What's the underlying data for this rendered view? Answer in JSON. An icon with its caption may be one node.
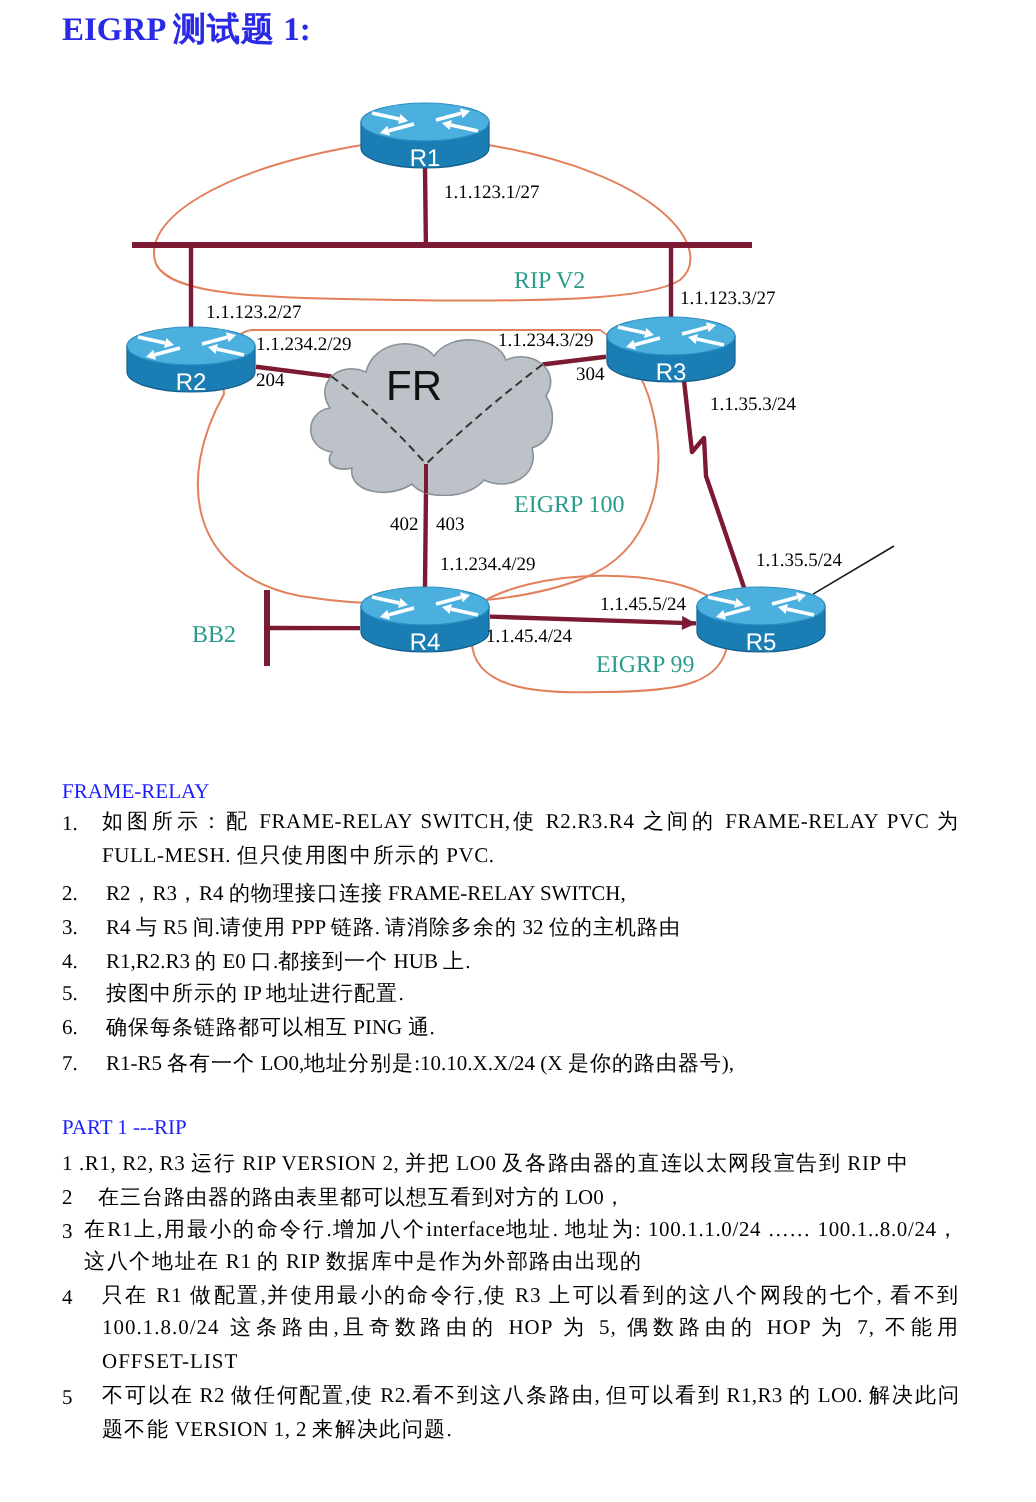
{
  "diagram": {
    "title": "EIGRP 测试题 1:",
    "nodes": [
      {
        "text": [
          "R1"
        ]
      },
      {
        "text": [],
        "shape": "bar"
      },
      {
        "text": [
          "R2"
        ]
      },
      {
        "text": [
          "R3"
        ]
      },
      {
        "text": [
          "FR"
        ]
      },
      {
        "text": [],
        "shape": "bar",
        "beside": [
          "BB2"
        ]
      },
      {
        "text": [
          "R4"
        ]
      },
      {
        "text": [
          "R5"
        ]
      }
    ],
    "edges": [
      {
        "from": 0,
        "to": 1,
        "arrow": "none"
      },
      {
        "from": 2,
        "to": 1,
        "arrow": "none"
      },
      {
        "from": 3,
        "to": 1,
        "arrow": "none"
      },
      {
        "from": 2,
        "to": 4,
        "arrow": "none"
      },
      {
        "from": 3,
        "to": 4,
        "arrow": "none"
      },
      {
        "from": 6,
        "to": 4,
        "arrow": "none"
      },
      {
        "from": 3,
        "to": 7,
        "arrow": "none"
      },
      {
        "from": 5,
        "to": 6,
        "arrow": "none"
      },
      {
        "from": 6,
        "to": 7,
        "arrow": "to"
      },
      {
        "from": 7,
        "to": null,
        "arrow": "none",
        "color": "#1a1a1a"
      }
    ],
    "labels": [
      "1.1.123.1/27",
      "RIP V2",
      "1.1.123.3/27",
      "1.1.123.2/27",
      "1.1.234.2/29",
      "1.1.234.3/29",
      "204",
      "304",
      "1.1.35.3/24",
      "EIGRP 100",
      "402",
      "403",
      "1.1.234.4/29",
      "1.1.35.5/24",
      "1.1.45.5/24",
      "1.1.45.4/24",
      "EIGRP 99",
      "FRAME-RELAY",
      "1.",
      "如图所示：配 FRAME-RELAY SWITCH,使 R2.R3.R4 之间的 FRAME-RELAY PVC 为 FULL-MESH. 但只使用图中所示的 PVC.",
      "2.",
      "R2，R3，R4 的物理接口连接 FRAME-RELAY SWITCH,",
      "3.",
      "R4 与 R5 间.请使用 PPP 链路. 请消除多余的 32 位的主机路由",
      "4.",
      "R1,R2.R3 的 E0 口.都接到一个 HUB 上.",
      "5.",
      "按图中所示的 IP 地址进行配置.",
      "6.",
      "确保每条链路都可以相互 PING 通.",
      "7.",
      "R1-R5 各有一个 LO0,地址分别是:10.10.X.X/24 (X 是你的路由器号),",
      "PART 1 ---RIP",
      "1 .R1, R2, R3 运行 RIP VERSION 2, 并把 LO0 及各路由器的直连以太网段宣告到 RIP 中",
      "2",
      "在三台路由器的路由表里都可以想互看到对方的 LO0，",
      "3",
      "在R1上,用最小的命令行.增加八个interface地址. 地址为: 100.1.1.0/24 …… 100.1..8.0/24，这八个地址在 R1 的 RIP 数据库中是作为外部路由出现的",
      "4",
      "只在 R1 做配置,并使用最小的命令行,使 R3 上可以看到的这八个网段的七个, 看不到 100.1.8.0/24 这条路由,且奇数路由的 HOP 为 5, 偶数路由的 HOP 为 7, 不能用 OFFSET-LIST",
      "5",
      "不可以在 R2 做任何配置,使 R2.看不到这八条路由, 但可以看到 R1,R3 的 LO0. 解决此问题不能 VERSION 1, 2 来解决此问题."
    ]
  }
}
